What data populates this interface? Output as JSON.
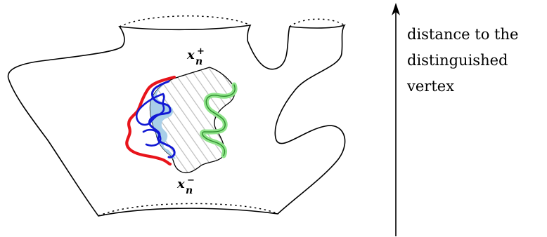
{
  "labels": {
    "top_vertex": {
      "base": "x",
      "sub": "n",
      "sup": "+"
    },
    "bottom_vertex": {
      "base": "x",
      "sub": "n",
      "sup": "−"
    },
    "axis_label_lines": [
      "distance to the",
      "distinguished",
      "vertex"
    ]
  },
  "colors": {
    "outline": "#000000",
    "red_curve": "#e8141b",
    "blue_curve": "#1219d4",
    "blue_fill": "#a9cfe8",
    "green_curve": "#8fe38a",
    "green_core": "#2f8f2f",
    "hatch": "#bdbdbd"
  }
}
